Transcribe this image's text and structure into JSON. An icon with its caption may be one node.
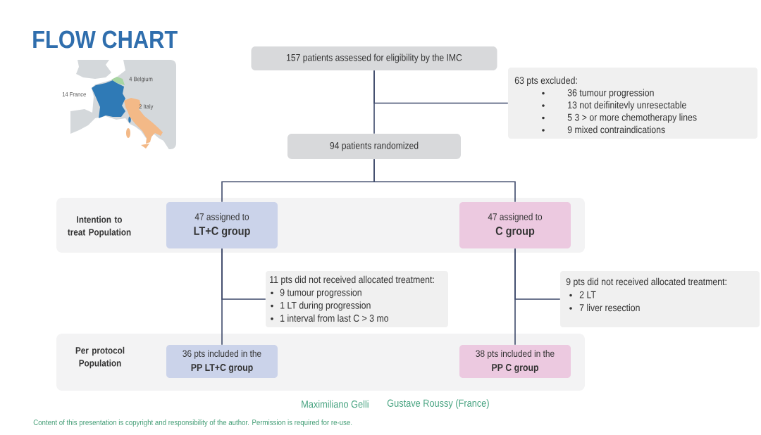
{
  "diagram": {
    "title": "FLOW CHART",
    "nodes": [
      {
        "text": [
          "157 patients assessed for eligibility by the IMC"
        ]
      },
      {
        "text": [
          "63 pts excluded:",
          "36 tumour progression",
          "13 not deifinitevly unresectable",
          "5 3 > or more chemotherapy lines",
          "9 mixed contraindications"
        ]
      },
      {
        "text": [
          "94 patients randomized"
        ]
      },
      {
        "text": [
          "Intention to treat Population"
        ]
      },
      {
        "text": [
          "47 assigned to",
          "LT+C group"
        ],
        "in": 3
      },
      {
        "text": [
          "47 assigned to",
          "C group"
        ],
        "in": 3
      },
      {
        "text": [
          "11 pts did not received allocated treatment:",
          "9 tumour progression",
          "1 LT during progression",
          "1 interval from last C > 3 mo"
        ]
      },
      {
        "text": [
          "9 pts did not received allocated treatment:",
          "2 LT",
          "7 liver resection"
        ]
      },
      {
        "text": [
          "Per protocol Population"
        ]
      },
      {
        "text": [
          "36 pts included in the",
          "PP LT+C group"
        ],
        "in": 8
      },
      {
        "text": [
          "38 pts included in the",
          "PP C group"
        ],
        "in": 8
      }
    ],
    "edges": [
      {
        "from": 0,
        "to": 2,
        "arrow": "none"
      },
      {
        "from": 0,
        "to": 1,
        "arrow": "none"
      },
      {
        "from": 2,
        "to": 4,
        "arrow": "none"
      },
      {
        "from": 2,
        "to": 5,
        "arrow": "none"
      },
      {
        "from": 4,
        "to": 9,
        "arrow": "none"
      },
      {
        "from": 4,
        "to": 6,
        "arrow": "none"
      },
      {
        "from": 5,
        "to": 10,
        "arrow": "none"
      },
      {
        "from": 5,
        "to": 7,
        "arrow": "none"
      }
    ],
    "labels": [
      "4 Belgium",
      "14 France",
      "2 Italy",
      "Maximiliano Gelli",
      "Gustave Roussy (France)",
      "Content of this presentation is copyright and responsibility of the author. Permission is required for re-use."
    ]
  }
}
